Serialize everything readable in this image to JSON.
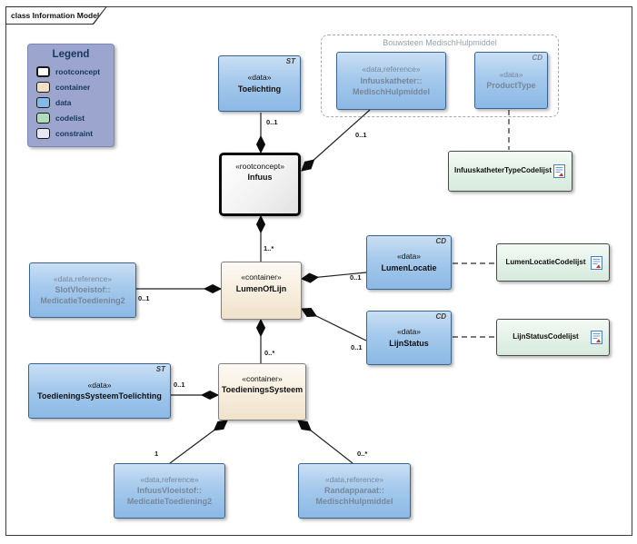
{
  "frame": {
    "tab_label": "class Information Model"
  },
  "legend": {
    "title": "Legend",
    "items": [
      {
        "label": "rootconcept",
        "color": "#ffffff"
      },
      {
        "label": "container",
        "color": "#f2dfc7"
      },
      {
        "label": "data",
        "color": "#82b9e8"
      },
      {
        "label": "codelist",
        "color": "#aedcbd"
      },
      {
        "label": "constraint",
        "color": "#e6e6f6"
      }
    ]
  },
  "group": {
    "label": "Bouwsteen MedischHulpmiddel"
  },
  "nodes": {
    "toelichting": {
      "stereotype": "«data»",
      "name": "Toelichting",
      "marker": "ST"
    },
    "infuuskatheter": {
      "stereotype": "«data,reference»",
      "name_line1": "Infuuskatheter::",
      "name_line2": "MedischHulpmiddel"
    },
    "producttype": {
      "stereotype": "«data»",
      "name": "ProductType",
      "marker": "CD"
    },
    "infuuskathetertypecodelijst": {
      "name": "InfuuskatheterTypeCodelijst"
    },
    "infuus": {
      "stereotype": "«rootconcept»",
      "name": "Infuus"
    },
    "lumenoflijn": {
      "stereotype": "«container»",
      "name": "LumenOfLijn"
    },
    "slotvloeistof": {
      "stereotype": "«data,reference»",
      "name_line1": "SlotVloeistof::",
      "name_line2": "MedicatieToediening2"
    },
    "lumenlocatie": {
      "stereotype": "«data»",
      "name": "LumenLocatie",
      "marker": "CD"
    },
    "lumenlocatiecodelijst": {
      "name": "LumenLocatieCodelijst"
    },
    "lijnstatus": {
      "stereotype": "«data»",
      "name": "LijnStatus",
      "marker": "CD"
    },
    "lijnstatuscodelijst": {
      "name": "LijnStatusCodelijst"
    },
    "toedieningssysteem": {
      "stereotype": "«container»",
      "name": "ToedieningsSysteem"
    },
    "toedieningssysteemtoelichting": {
      "stereotype": "«data»",
      "name": "ToedieningsSysteemToelichting",
      "marker": "ST"
    },
    "infuusvloeistof": {
      "stereotype": "«data,reference»",
      "name_line1": "InfuusVloeistof::",
      "name_line2": "MedicatieToediening2"
    },
    "randapparaat": {
      "stereotype": "«data,reference»",
      "name_line1": "Randapparaat::",
      "name_line2": "MedischHulpmiddel"
    }
  },
  "multiplicities": {
    "toelichting_infuus": "0..1",
    "infuuskatheter_infuus": "0..1",
    "infuus_lumenoflijn": "1..*",
    "slotvloeistof_lumenoflijn": "0..1",
    "lumenoflijn_lumenlocatie": "0..1",
    "lumenoflijn_lijnstatus": "0..1",
    "lumenoflijn_toedieningssysteem": "0..*",
    "toelichting_toedieningssysteem": "0..1",
    "toedieningssysteem_infuusvloeistof": "1",
    "toedieningssysteem_randapparaat": "0..*"
  }
}
